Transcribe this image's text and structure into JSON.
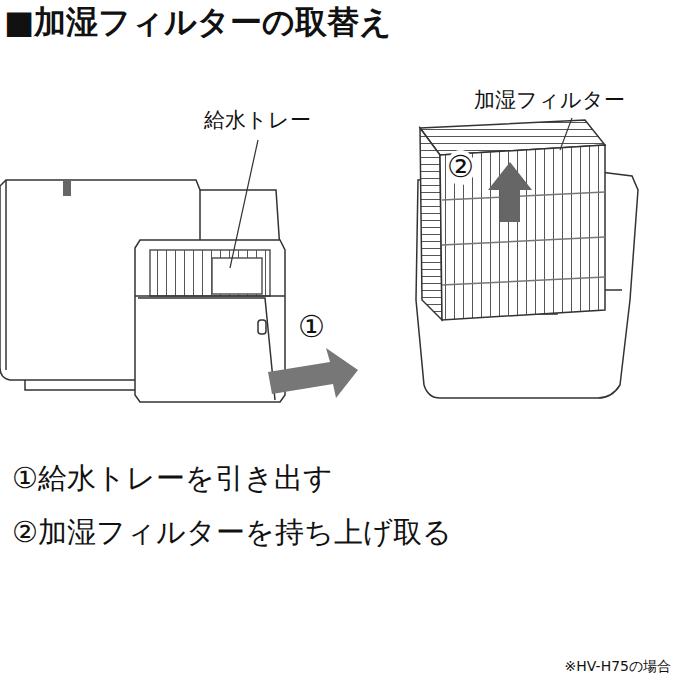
{
  "diagram": {
    "title": "■加湿フィルターの取替え",
    "labels": [
      "給水トレー",
      "加湿フィルター",
      "②",
      "①",
      "①給水トレーを引き出す",
      "②加湿フィルターを持ち上げ取る",
      "※HV-H75の場合"
    ]
  }
}
